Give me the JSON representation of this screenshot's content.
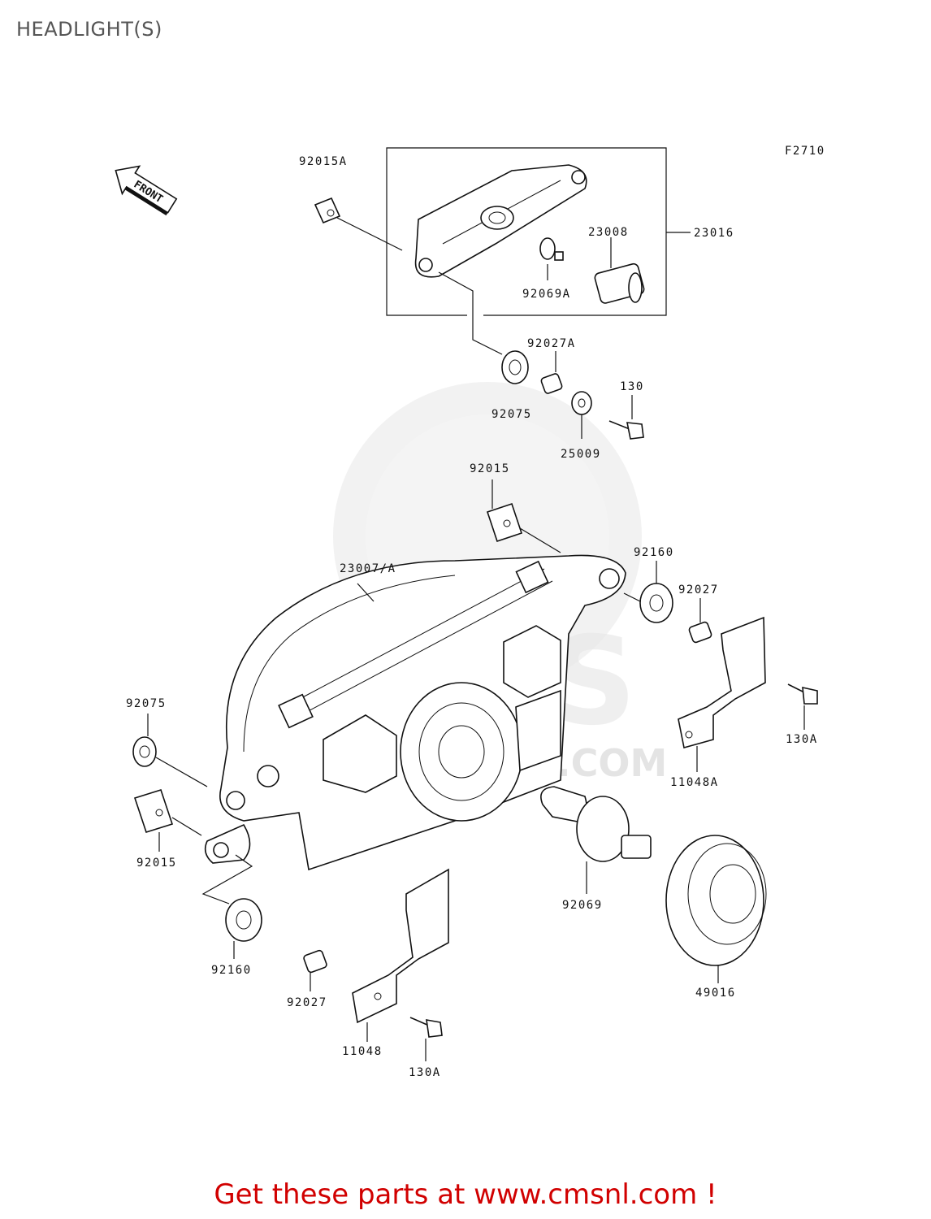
{
  "title": "HEADLIGHT(S)",
  "figure_code": "F2710",
  "front_label": "FRONT",
  "watermark": "WWW.CMSNL.COM",
  "cta": "Get these parts at www.cmsnl.com !",
  "labels": {
    "p92015A": "92015A",
    "p23008": "23008",
    "p23016": "23016",
    "p92069A": "92069A",
    "p92027A": "92027A",
    "p130": "130",
    "p92075_top": "92075",
    "p25009": "25009",
    "p92015_top": "92015",
    "p23007A": "23007/A",
    "p92160_right": "92160",
    "p92027_right": "92027",
    "p130A_right": "130A",
    "p11048A": "11048A",
    "p92075_left": "92075",
    "p92015_left": "92015",
    "p92069": "92069",
    "p49016": "49016",
    "p92160_left": "92160",
    "p92027_bottom": "92027",
    "p11048": "11048",
    "p130A_bottom": "130A"
  }
}
